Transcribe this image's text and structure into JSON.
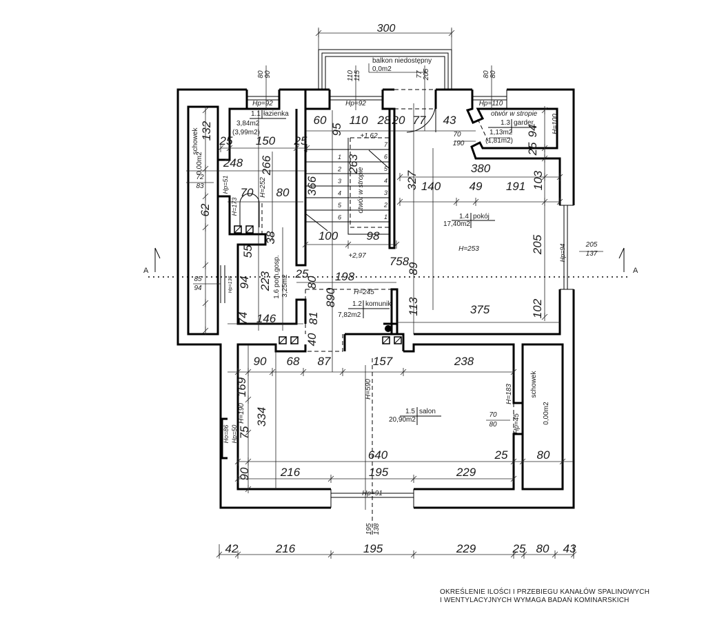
{
  "section_marks": [
    "A",
    "A"
  ],
  "rooms": {
    "balcony": {
      "name": "balkon niedostępny",
      "area": "0,0m2"
    },
    "bathroom": {
      "number": "1.1",
      "name": "łazienka",
      "area": "3,84m2",
      "area_alt": "(3,99m2)"
    },
    "storage_left": {
      "name": "schowek",
      "area": "0,00m2"
    },
    "corridor": {
      "number": "1.2",
      "name": "komunik.",
      "area": "7,82m2"
    },
    "wardrobe": {
      "note": "otwór w stropie",
      "number": "1.3",
      "name": "garder.",
      "area": "1,13m2",
      "area_alt": "(1,81m2)"
    },
    "room": {
      "number": "1.4",
      "name": "pokój",
      "area": "17,40m2"
    },
    "living": {
      "number": "1.5",
      "name": "salon",
      "area": "20,90m2"
    },
    "utility": {
      "number": "1.6",
      "name": "pom.gosp.",
      "area": "3,25m2"
    },
    "storage_right": {
      "name": "schowek",
      "area": "0,00m2"
    },
    "stair_opening": {
      "note": "otwór w stropie"
    }
  },
  "stairs": {
    "left_steps": [
      "1",
      "2",
      "3",
      "4",
      "5",
      "6"
    ],
    "right_steps": [
      "7",
      "6",
      "5",
      "4",
      "3",
      "2",
      "1"
    ]
  },
  "annotations": [
    "80",
    "90",
    "110",
    "115",
    "77",
    "205",
    "80",
    "80",
    "300",
    "Hp=92",
    "Hp=92",
    "Hp=110",
    "132",
    "25",
    "150",
    "25",
    "248",
    "266",
    "72",
    "83",
    "Hp=51",
    "70",
    "80",
    "H=252",
    "62",
    "H=173",
    "38",
    "55",
    "60",
    "95",
    "110",
    "28",
    "20",
    "+1,62",
    "263",
    "366",
    "100",
    "98",
    "+2,97",
    "758",
    "77",
    "43",
    "70",
    "190",
    "94",
    "H=100",
    "25",
    "380",
    "327",
    "140",
    "49",
    "191",
    "103",
    "H=253",
    "205",
    "Hp=94",
    "205",
    "137",
    "89",
    "85",
    "94",
    "Hp=136",
    "94",
    "223",
    "25",
    "80",
    "198",
    "890",
    "H=245",
    "113",
    "375",
    "102",
    "74",
    "146",
    "81",
    "40",
    "90",
    "68",
    "87",
    "157",
    "238",
    "169",
    "H=190",
    "334",
    "H=590",
    "70",
    "80",
    "H=183",
    "Hp=45",
    "Ho=86",
    "Hp=50",
    "75",
    "640",
    "25",
    "80",
    "90",
    "216",
    "195",
    "229",
    "Hp=91",
    "195",
    "138",
    "42",
    "216",
    "195",
    "229",
    "25",
    "80",
    "43"
  ],
  "note": [
    "OKREŚLENIE ILOŚCI I PRZEBIEGU KANAŁÓW SPALINOWYCH",
    "I WENTYLACYJNYCH WYMAGA BADAŃ KOMINARSKICH"
  ]
}
